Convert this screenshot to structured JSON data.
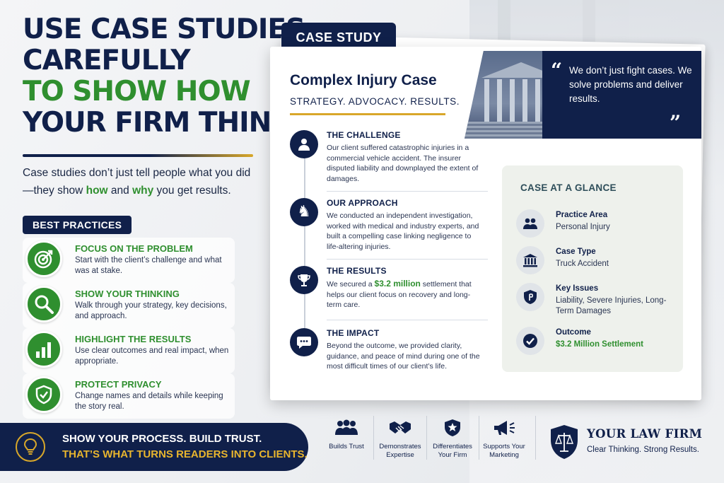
{
  "headline": {
    "line1": "USE CASE STUDIES",
    "line2": "CAREFULLY",
    "line3": "TO SHOW HOW",
    "line4": "YOUR FIRM THINKS"
  },
  "intro": {
    "part1": "Case studies don’t just tell people what you did—they show ",
    "how": "how",
    "and": " and ",
    "why": "why",
    "part2": " you get results."
  },
  "best_practices": {
    "label": "BEST PRACTICES",
    "items": [
      {
        "title": "FOCUS ON THE PROBLEM",
        "desc": "Start with the client’s challenge and what was at stake.",
        "icon": "target-icon"
      },
      {
        "title": "SHOW YOUR THINKING",
        "desc": "Walk through your strategy, key decisions, and approach.",
        "icon": "magnifier-icon"
      },
      {
        "title": "HIGHLIGHT THE RESULTS",
        "desc": "Use clear outcomes and real impact, when appropriate.",
        "icon": "bar-chart-icon"
      },
      {
        "title": "PROTECT PRIVACY",
        "desc": "Change names and details while keeping the story real.",
        "icon": "shield-icon"
      }
    ]
  },
  "banner": {
    "line1": "SHOW YOUR PROCESS. BUILD TRUST.",
    "line2": "THAT’S WHAT TURNS READERS INTO CLIENTS.",
    "icon": "lightbulb-icon"
  },
  "case_study": {
    "tab": "CASE STUDY",
    "title": "Complex Injury Case",
    "subtitle": "STRATEGY. ADVOCACY. RESULTS.",
    "quote": "We don’t just fight cases. We solve problems and deliver results.",
    "steps": [
      {
        "title": "THE CHALLENGE",
        "desc": "Our client suffered catastrophic injuries in a commercial vehicle accident. The insurer disputed liability and downplayed the extent of damages.",
        "icon": "person-icon"
      },
      {
        "title": "OUR APPROACH",
        "desc": "We conducted an independent investigation, worked with medical and industry experts, and built a compelling case linking negligence to life-altering injuries.",
        "icon": "chess-knight-icon"
      },
      {
        "title": "THE RESULTS",
        "desc_pre": "We secured a ",
        "desc_amount": "$3.2 million",
        "desc_post": " settlement that helps our client focus on recovery and long-term care.",
        "icon": "trophy-icon"
      },
      {
        "title": "THE IMPACT",
        "desc": "Beyond the outcome, we provided clarity, guidance, and peace of mind during one of the most difficult times of our client’s life.",
        "icon": "chat-bubble-icon"
      }
    ],
    "glance": {
      "heading": "CASE AT A GLANCE",
      "items": [
        {
          "label": "Practice Area",
          "value": "Personal Injury",
          "icon": "people-icon"
        },
        {
          "label": "Case Type",
          "value": "Truck Accident",
          "icon": "courthouse-icon"
        },
        {
          "label": "Key Issues",
          "value": "Liability, Severe Injuries, Long-Term Damages",
          "icon": "shield-badge-icon"
        },
        {
          "label": "Outcome",
          "value": "$3.2 Million Settlement",
          "icon": "checkmark-icon"
        }
      ]
    }
  },
  "benefits": [
    {
      "label": "Builds Trust",
      "icon": "group-icon"
    },
    {
      "label": "Demonstrates Expertise",
      "icon": "handshake-icon"
    },
    {
      "label": "Differentiates Your Firm",
      "icon": "star-badge-icon"
    },
    {
      "label": "Supports Your Marketing",
      "icon": "megaphone-icon"
    }
  ],
  "firm": {
    "name": "YOUR LAW FIRM",
    "tagline": "Clear Thinking. Strong Results.",
    "icon": "scales-shield-icon"
  },
  "colors": {
    "navy": "#10204a",
    "green": "#2f8f2f",
    "gold": "#d8a72a"
  }
}
